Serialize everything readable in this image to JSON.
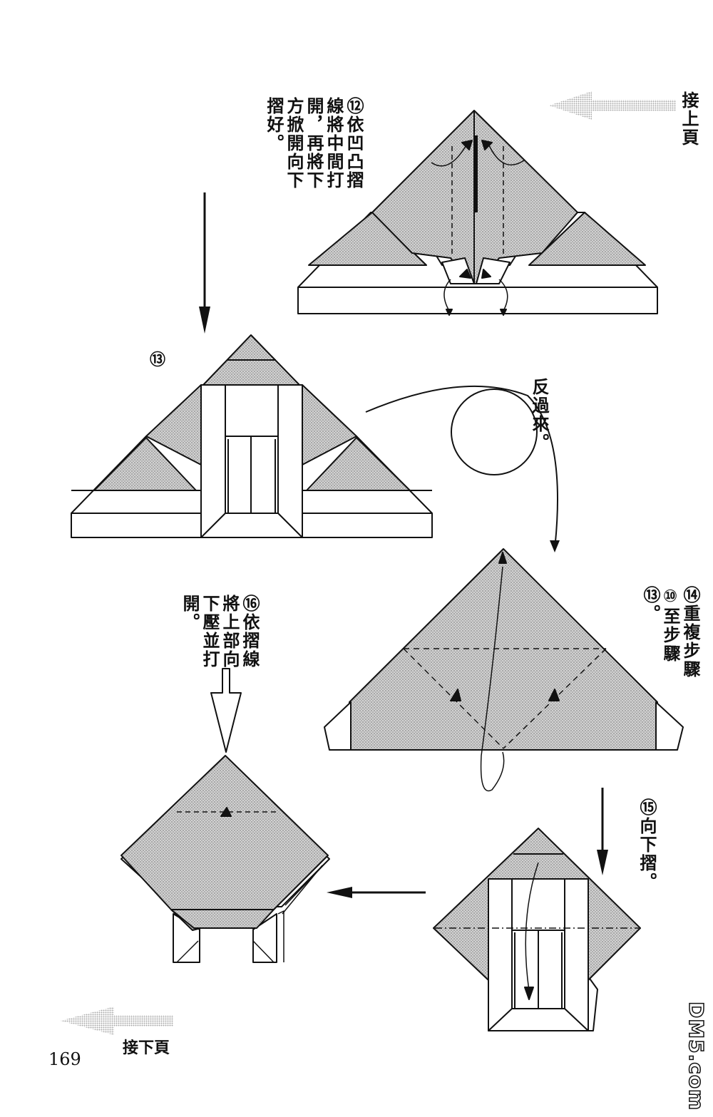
{
  "nav": {
    "continued_from": "接上頁",
    "continued_to": "接下頁"
  },
  "page_number": "169",
  "steps": [
    {
      "id": "12",
      "text": "⑫依凹凸摺線將中間打開，再將下方掀開向下摺好。"
    },
    {
      "id": "13",
      "text": "⑬"
    },
    {
      "id": "14",
      "text": "⑭重複步驟⑩至步驟⑬。"
    },
    {
      "id": "15",
      "text": "⑮向下摺。"
    },
    {
      "id": "16",
      "text": "⑯依摺線將上部向下壓並打開。"
    }
  ],
  "flip_label": "反過來。",
  "watermark": "DM5.com",
  "colors": {
    "paper_shade": "#c9c9c9",
    "ink": "#111111",
    "nav_arrow": "#bdbdbd"
  }
}
